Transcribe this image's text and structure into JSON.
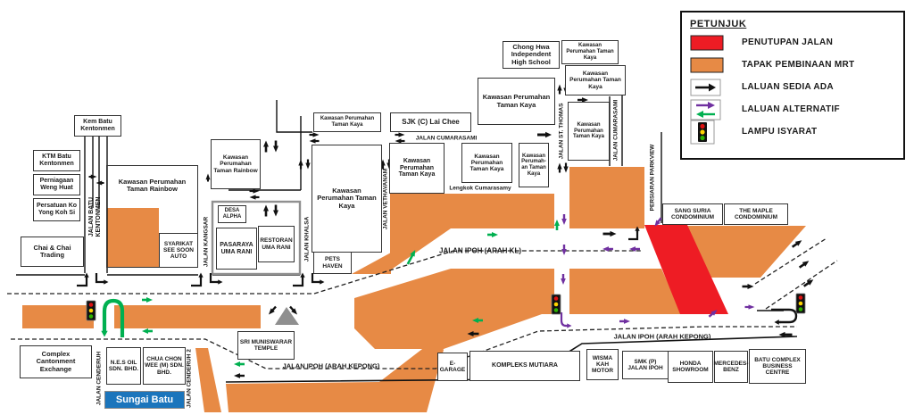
{
  "legend": {
    "title": "PETUNJUK",
    "items": [
      {
        "name": "penutupan-jalan",
        "label": "PENUTUPAN JALAN"
      },
      {
        "name": "tapak-pembinaan-mrt",
        "label": "TAPAK PEMBINAAN MRT"
      },
      {
        "name": "laluan-sedia-ada",
        "label": "LALUAN SEDIA ADA"
      },
      {
        "name": "laluan-alternatif",
        "label": "LALUAN ALTERNATIF"
      },
      {
        "name": "lampu-isyarat",
        "label": "LAMPU ISYARAT"
      }
    ]
  },
  "colors": {
    "closure": "#ee1c24",
    "mrt": "#e78a45",
    "existing": "#111111",
    "alternative": "#7030a0",
    "alternative2": "#00b050",
    "water": "#1b75bc",
    "signal_red": "#dd1111",
    "signal_yellow": "#ffd400",
    "signal_green": "#2db200"
  },
  "map": {
    "buildings": [
      {
        "name": "kem-batu-kentonmen",
        "label": "Kem Batu Kentonmen"
      },
      {
        "name": "ktm-batu-kentonmen",
        "label": "KTM Batu Kentonmen"
      },
      {
        "name": "perniagaan-weng-huat",
        "label": "Perniagaan Weng Huat"
      },
      {
        "name": "persatuan-ko-yong-koh-si",
        "label": "Persatuan Ko Yong Koh Si"
      },
      {
        "name": "chai-and-chai-trading",
        "label": "Chai & Chai Trading"
      },
      {
        "name": "taman-rainbow-1",
        "label": "Kawasan Perumahan Taman Rainbow"
      },
      {
        "name": "syarikat-see-soon-auto",
        "label": "SYARIKAT SEE SOON AUTO"
      },
      {
        "name": "taman-rainbow-2",
        "label": "Kawasan Perumahan Taman Rainbow"
      },
      {
        "name": "desa-alpha",
        "label": "DESA ALPHA"
      },
      {
        "name": "pasaraya-uma-rani",
        "label": "PASARAYA UMA RANI"
      },
      {
        "name": "restoran-uma-rani",
        "label": "RESTORAN UMA RANI"
      },
      {
        "name": "taman-kaya-main",
        "label": "Kawasan Perumahan Taman Kaya"
      },
      {
        "name": "pets-haven",
        "label": "PETS HAVEN"
      },
      {
        "name": "taman-kaya-north",
        "label": "Kawasan Perumahan Taman Kaya"
      },
      {
        "name": "sjk-c-lai-chee",
        "label": "SJK (C) Lai Chee"
      },
      {
        "name": "taman-kaya-2",
        "label": "Kawasan Perumahan Taman Kaya"
      },
      {
        "name": "taman-kaya-3",
        "label": "Kawasan Perumahan Taman Kaya"
      },
      {
        "name": "taman-kaya-4",
        "label": "Kawasan Perumah-an Taman Kaya"
      },
      {
        "name": "chong-hwa-school",
        "label": "Chong Hwa Independent High School"
      },
      {
        "name": "taman-kaya-5",
        "label": "Kawasan Perumahan Taman Kaya"
      },
      {
        "name": "taman-kaya-6",
        "label": "Kawasan Perumahan Taman Kaya"
      },
      {
        "name": "taman-kaya-7",
        "label": "Kawasan Perumahan Taman Kaya"
      },
      {
        "name": "taman-kaya-8",
        "label": "Kawasan Perumahan Taman Kaya"
      },
      {
        "name": "sang-suria-condominium",
        "label": "SANG SURIA CONDOMINIUM"
      },
      {
        "name": "the-maple-condominium",
        "label": "THE MAPLE CONDOMINIUM"
      },
      {
        "name": "complex-cantonment-exchange",
        "label": "Complex Cantonment Exchange"
      },
      {
        "name": "nes-oil",
        "label": "N.E.S OIL SDN. BHD."
      },
      {
        "name": "chua-chon-wee",
        "label": "CHUA CHON WEE (M) SDN. BHD."
      },
      {
        "name": "sungai-batu",
        "label": "Sungai Batu"
      },
      {
        "name": "sri-muniswarar-temple",
        "label": "SRI MUNISWARAR TEMPLE"
      },
      {
        "name": "e-garage",
        "label": "E-GARAGE"
      },
      {
        "name": "kompleks-mutiara",
        "label": "KOMPLEKS MUTIARA"
      },
      {
        "name": "wisma-kah-motor",
        "label": "WISMA KAH MOTOR"
      },
      {
        "name": "smk-p-jalan-ipoh",
        "label": "SMK (P) JALAN IPOH"
      },
      {
        "name": "honda-showroom",
        "label": "HONDA SHOWROOM"
      },
      {
        "name": "mercedes-benz",
        "label": "MERCEDES-BENZ"
      },
      {
        "name": "batu-complex-business-centre",
        "label": "BATU COMPLEX BUSINESS CENTRE"
      }
    ],
    "road_labels": [
      {
        "name": "jalan-batu-kentonmen",
        "label": "JALAN BATU KENTONMEN"
      },
      {
        "name": "jalan-kangsar",
        "label": "JALAN KANGSAR"
      },
      {
        "name": "jalan-khalsa",
        "label": "JALAN KHALSA"
      },
      {
        "name": "jalan-vethavanam",
        "label": "JALAN VETHAVANAM"
      },
      {
        "name": "jalan-st-thomas",
        "label": "JALAN ST. THOMAS"
      },
      {
        "name": "jalan-cumarasami-vertical",
        "label": "JALAN CUMARASAMI"
      },
      {
        "name": "persiaran-parkview",
        "label": "PERSIARAN PARKVIEW"
      },
      {
        "name": "jalan-cenderuh",
        "label": "JALAN CENDERUH"
      },
      {
        "name": "jalan-cenderuh-2",
        "label": "JALAN CENDERUH 2"
      },
      {
        "name": "jalan-cumarasami",
        "label": "JALAN CUMARASAMI"
      },
      {
        "name": "lengkok-cumarasamy",
        "label": "Lengkok Cumarasamy"
      },
      {
        "name": "jalan-ipoh-arah-kl",
        "label": "JALAN IPOH (ARAH KL)"
      },
      {
        "name": "jalan-ipoh-arah-kepong-1",
        "label": "JALAN IPOH (ARAH KEPONG)"
      },
      {
        "name": "jalan-ipoh-arah-kepong-2",
        "label": "JALAN IPOH (ARAH KEPONG)"
      }
    ]
  }
}
